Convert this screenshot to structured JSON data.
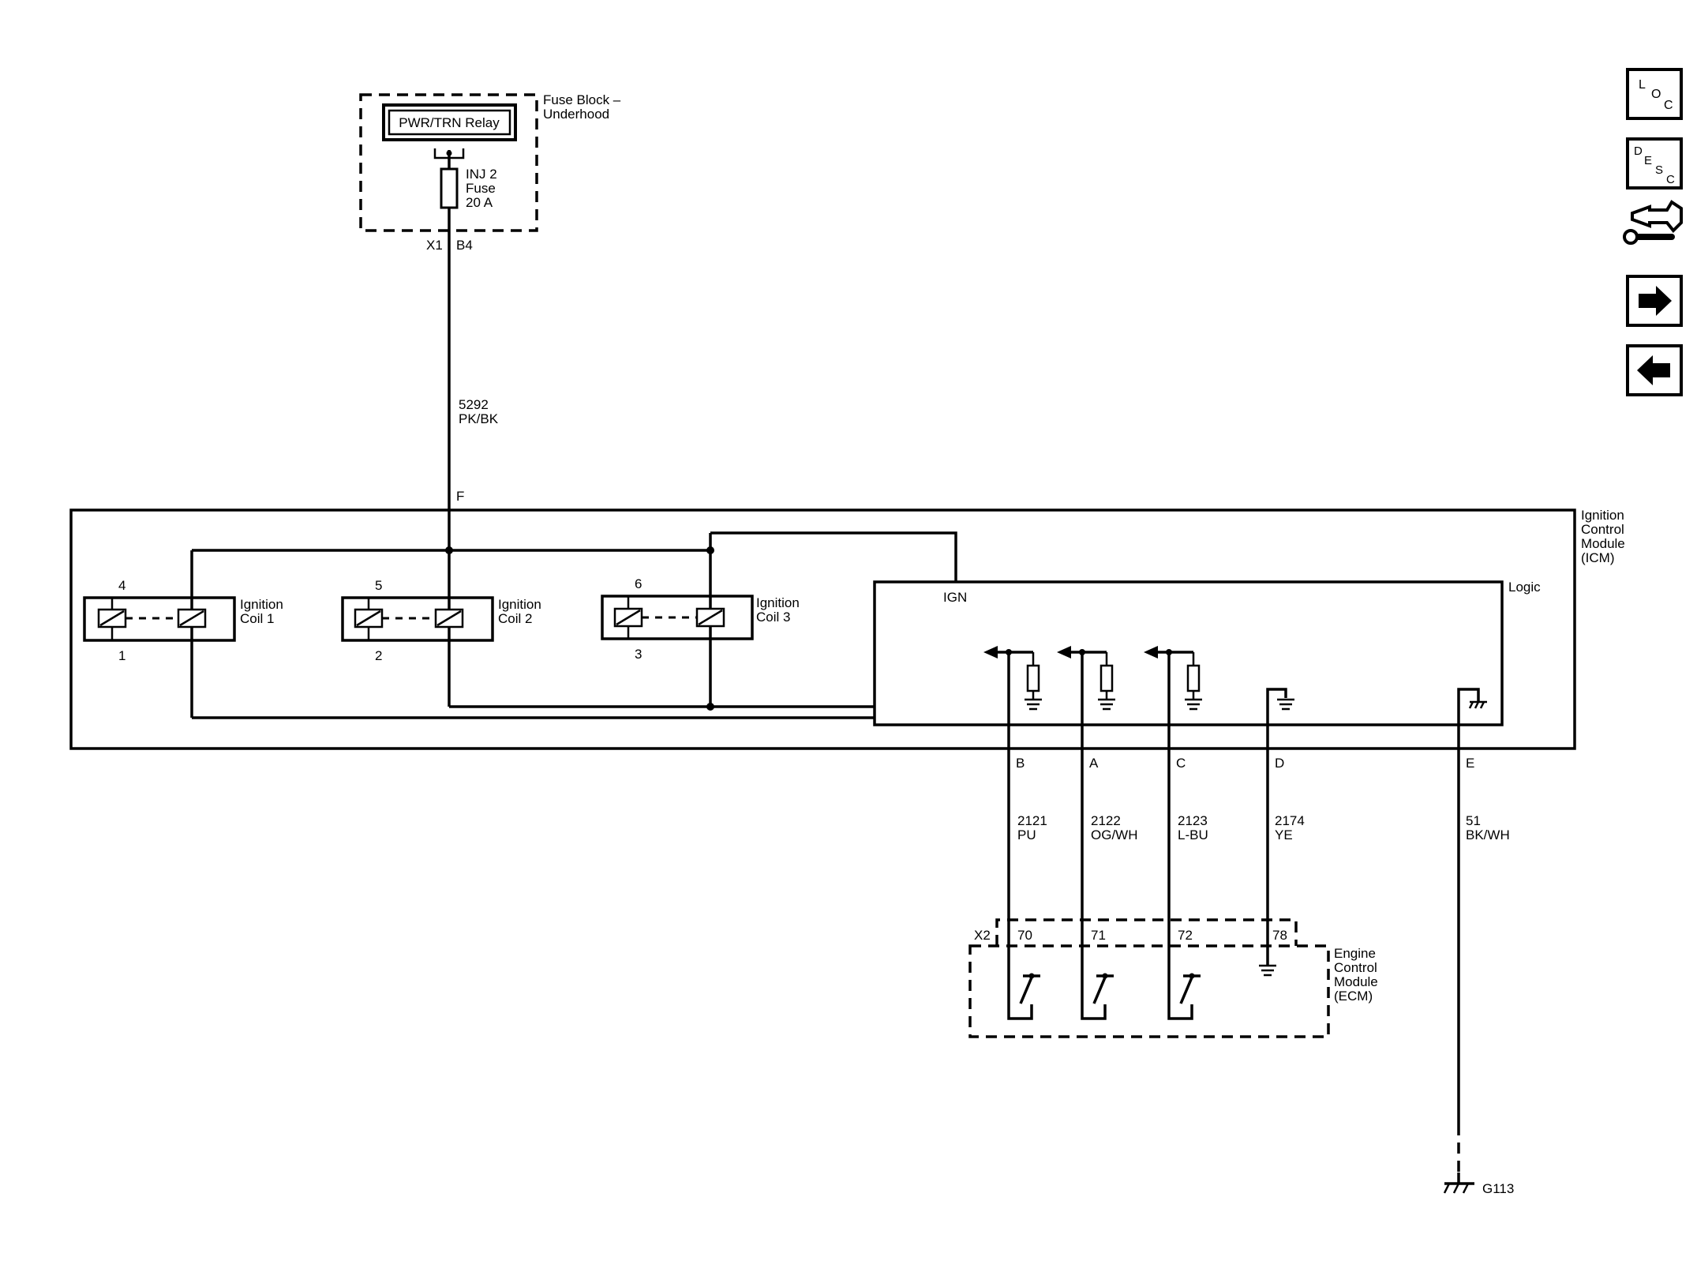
{
  "fuse_block": {
    "title_line1": "Fuse Block –",
    "title_line2": "Underhood",
    "relay": "PWR/TRN Relay",
    "fuse_line1": "INJ 2",
    "fuse_line2": "Fuse",
    "fuse_line3": "20 A",
    "connector": "X1",
    "pin": "B4"
  },
  "feed_wire": {
    "circuit": "5292",
    "color": "PK/BK"
  },
  "icm": {
    "title_line1": "Ignition",
    "title_line2": "Control",
    "title_line3": "Module",
    "title_line4": "(ICM)",
    "pin_f": "F",
    "logic": "Logic",
    "ign": "IGN"
  },
  "coils": [
    {
      "top": "4",
      "bottom": "1",
      "label_line1": "Ignition",
      "label_line2": "Coil 1"
    },
    {
      "top": "5",
      "bottom": "2",
      "label_line1": "Ignition",
      "label_line2": "Coil 2"
    },
    {
      "top": "6",
      "bottom": "3",
      "label_line1": "Ignition",
      "label_line2": "Coil 3"
    }
  ],
  "wires": [
    {
      "pin": "B",
      "circuit": "2121",
      "color": "PU",
      "ecm_pin": "70"
    },
    {
      "pin": "A",
      "circuit": "2122",
      "color": "OG/WH",
      "ecm_pin": "71"
    },
    {
      "pin": "C",
      "circuit": "2123",
      "color": "L-BU",
      "ecm_pin": "72"
    },
    {
      "pin": "D",
      "circuit": "2174",
      "color": "YE",
      "ecm_pin": "78"
    },
    {
      "pin": "E",
      "circuit": "51",
      "color": "BK/WH"
    }
  ],
  "ecm": {
    "connector": "X2",
    "title_line1": "Engine",
    "title_line2": "Control",
    "title_line3": "Module",
    "title_line4": "(ECM)"
  },
  "ground": {
    "label": "G113"
  },
  "nav": {
    "loc": {
      "l1": "L",
      "l2": "O",
      "l3": "C"
    },
    "desc": {
      "l1": "D",
      "l2": "E",
      "l3": "S",
      "l4": "C"
    }
  }
}
